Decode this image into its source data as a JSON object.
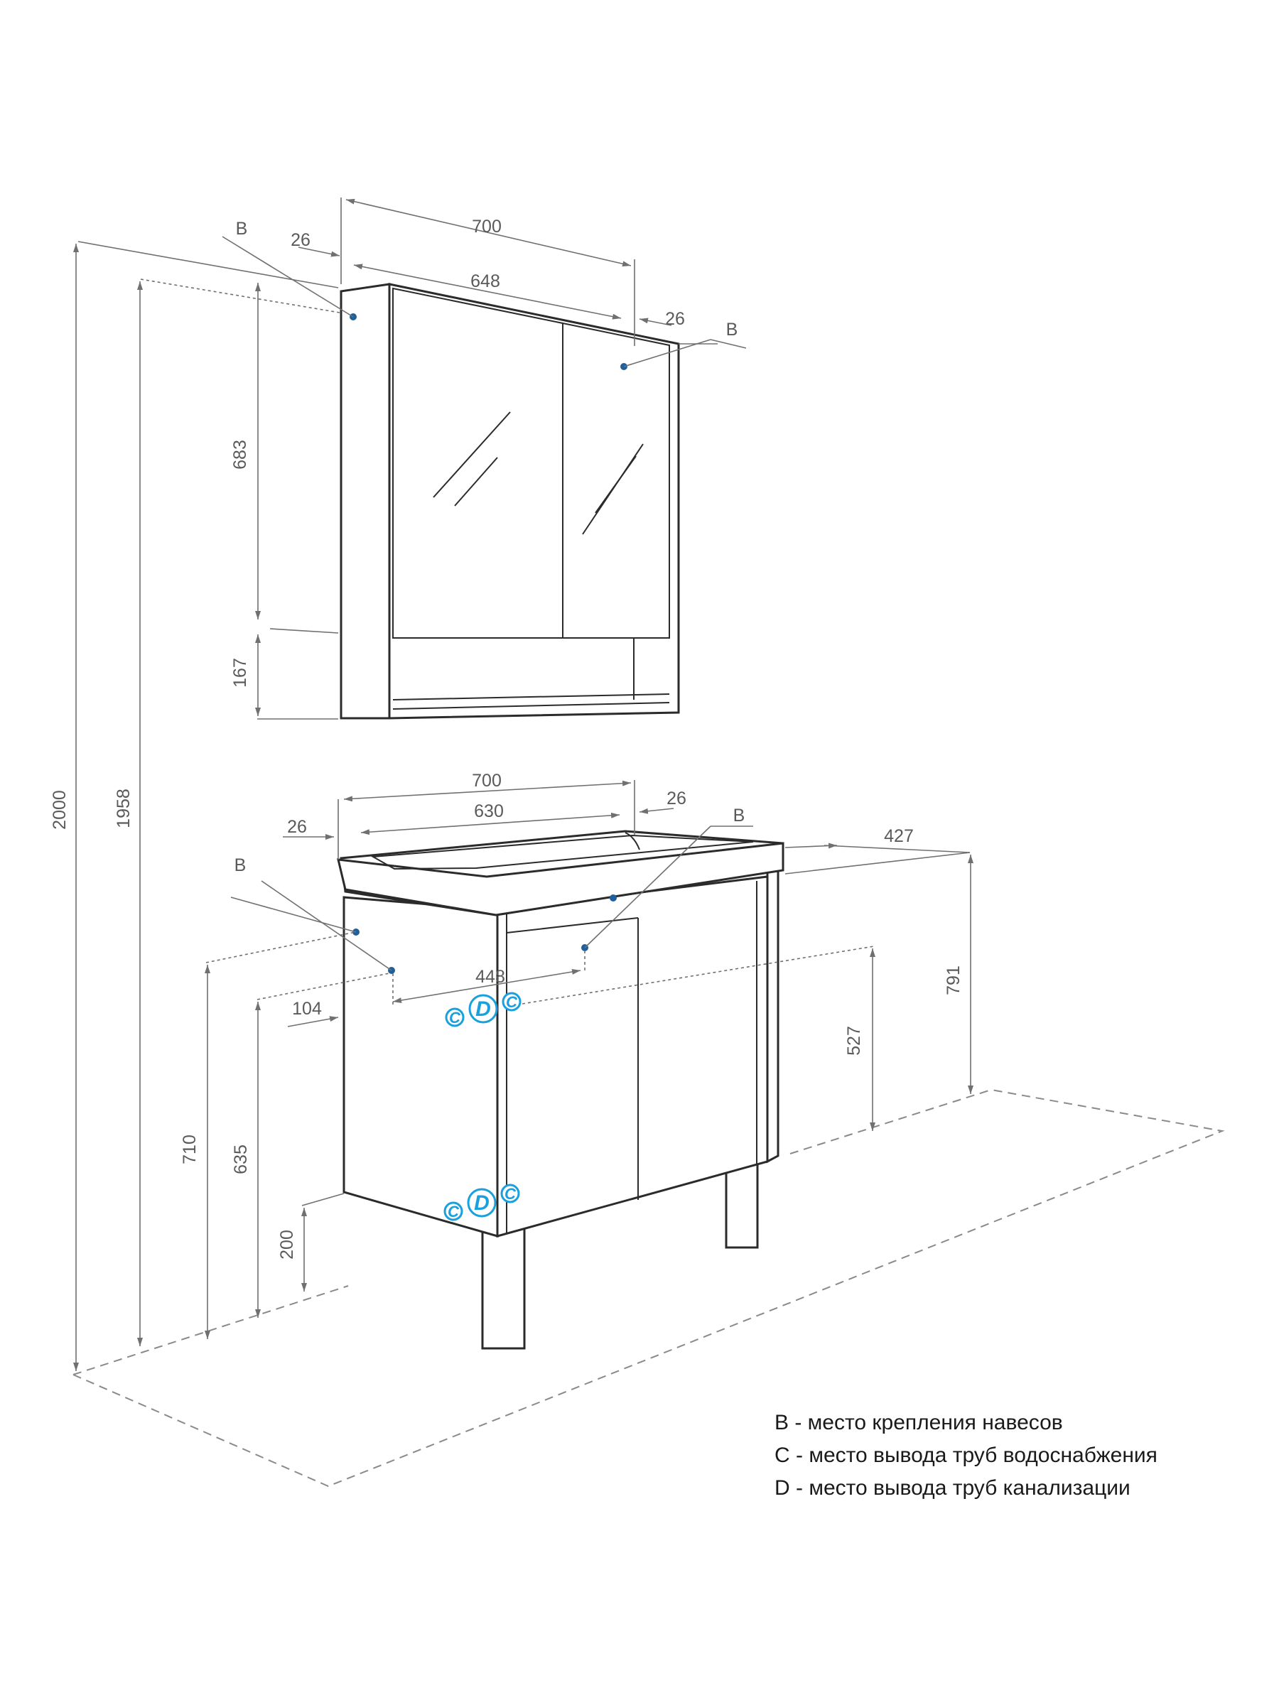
{
  "mirror": {
    "width_overall": "700",
    "width_inner": "648",
    "side_left": "26",
    "side_right": "26",
    "height_mirror": "683",
    "height_shelf": "167",
    "mount_left": "B",
    "mount_right": "B"
  },
  "vanity": {
    "width_overall": "700",
    "width_inner": "630",
    "side_left": "26",
    "side_right": "26",
    "depth": "427",
    "height_total": "791",
    "height_527": "527",
    "width_448": "448",
    "offset_104": "104",
    "height_710": "710",
    "height_635": "635",
    "height_200": "200",
    "mount_left": "B",
    "mount_right": "B"
  },
  "heights": {
    "total": "2000",
    "mount": "1958"
  },
  "pipes": {
    "c": "C",
    "d": "D"
  },
  "legend": [
    "B - место крепления навесов",
    "C - место вывода труб водоснабжения",
    "D - место вывода труб канализации"
  ],
  "colors": {
    "outline": "#2b2b2b",
    "dimension": "#707070",
    "mount_point": "#1f5f9c",
    "pipe_marker": "#1aa0dc"
  }
}
